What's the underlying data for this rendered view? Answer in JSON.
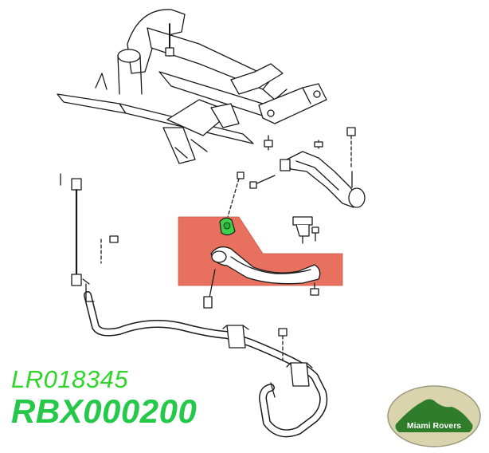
{
  "part_numbers": {
    "primary": "LR018345",
    "secondary": "RBX000200"
  },
  "logo": {
    "text": "Miami Rovers"
  },
  "colors": {
    "highlight_panel": "#e8705e",
    "bushing_highlight": "#3dd14a",
    "line_art": "#1a1a1a",
    "logo_oval": "#d9d4ae",
    "logo_ground": "#2f7d2a",
    "part_primary": "#2fd62a",
    "part_secondary": "#26c84a"
  }
}
